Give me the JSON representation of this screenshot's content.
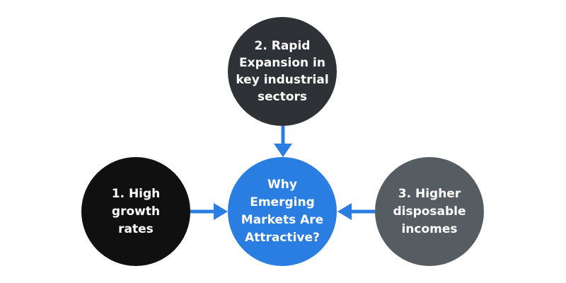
{
  "diagram": {
    "center": {
      "label": "Why\nEmerging\nMarkets Are\nAttractive?",
      "color": "#2a7de1"
    },
    "nodes": [
      {
        "id": "top",
        "label": "2. Rapid\nExpansion in\nkey industrial\nsectors",
        "color": "#2e3236"
      },
      {
        "id": "left",
        "label": "1. High\ngrowth\nrates",
        "color": "#101010"
      },
      {
        "id": "right",
        "label": "3. Higher\ndisposable\nincomes",
        "color": "#555c62"
      }
    ],
    "arrow_color": "#2a7de1"
  }
}
